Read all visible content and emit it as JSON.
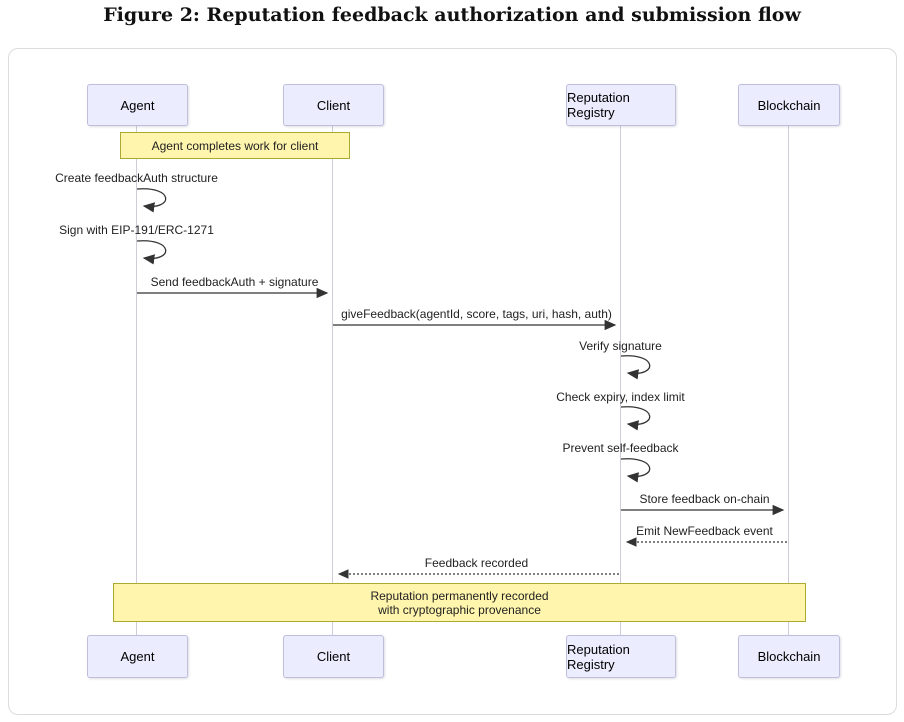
{
  "figure_title": "Figure 2: Reputation feedback authorization and submission flow",
  "diagram_type": "sequence",
  "actors": [
    {
      "name": "Agent"
    },
    {
      "name": "Client"
    },
    {
      "name": "Reputation Registry"
    },
    {
      "name": "Blockchain"
    }
  ],
  "notes": {
    "top": "Agent completes work for client",
    "bottom": [
      "Reputation permanently recorded",
      "with cryptographic provenance"
    ]
  },
  "messages": [
    {
      "from": "Agent",
      "to": "Agent",
      "type": "self",
      "label": "Create feedbackAuth structure"
    },
    {
      "from": "Agent",
      "to": "Agent",
      "type": "self",
      "label": "Sign with EIP-191/ERC-1271"
    },
    {
      "from": "Agent",
      "to": "Client",
      "type": "solid",
      "label": "Send feedbackAuth + signature"
    },
    {
      "from": "Client",
      "to": "Reputation Registry",
      "type": "solid",
      "label": "giveFeedback(agentId, score, tags, uri, hash, auth)"
    },
    {
      "from": "Reputation Registry",
      "to": "Reputation Registry",
      "type": "self",
      "label": "Verify signature"
    },
    {
      "from": "Reputation Registry",
      "to": "Reputation Registry",
      "type": "self",
      "label": "Check expiry, index limit"
    },
    {
      "from": "Reputation Registry",
      "to": "Reputation Registry",
      "type": "self",
      "label": "Prevent self-feedback"
    },
    {
      "from": "Reputation Registry",
      "to": "Blockchain",
      "type": "solid",
      "label": "Store feedback on-chain"
    },
    {
      "from": "Blockchain",
      "to": "Reputation Registry",
      "type": "dashed",
      "label": "Emit NewFeedback event"
    },
    {
      "from": "Reputation Registry",
      "to": "Client",
      "type": "dashed",
      "label": "Feedback recorded"
    }
  ],
  "colors": {
    "actor_fill": "#ECECFF",
    "actor_border": "#BFBFDB",
    "note_fill": "#FFF5AD",
    "note_border": "#AAAA33",
    "arrow_line": "#333333",
    "lifeline": "#CDCDD9"
  }
}
